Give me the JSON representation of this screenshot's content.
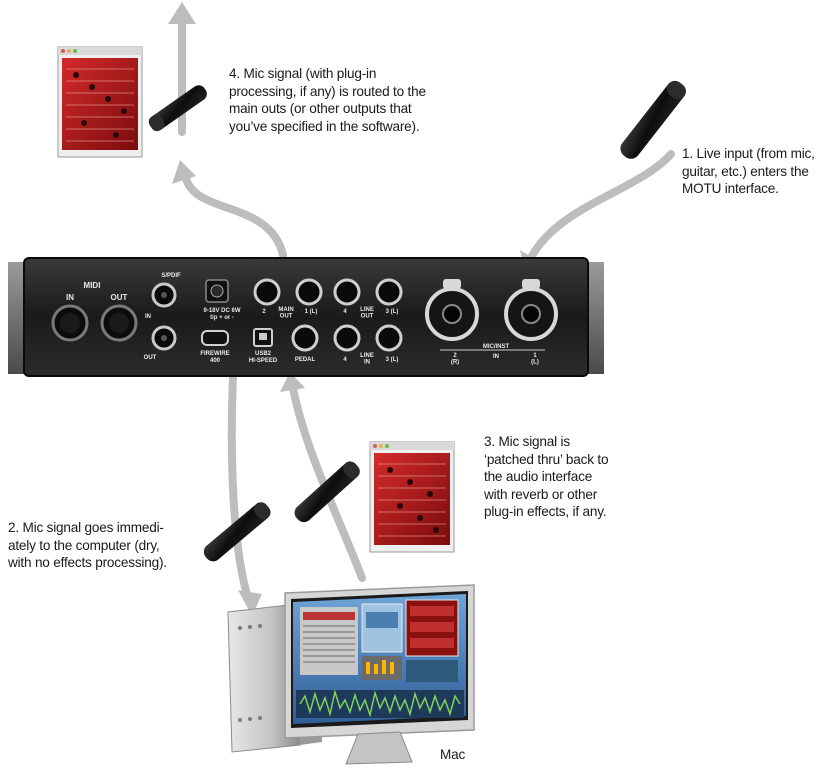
{
  "annotations": {
    "step1": "1. Live input (from mic,\nguitar, etc.) enters the\nMOTU interface.",
    "step2": "2. Mic signal goes immedi-\nately to the computer (dry,\nwith no effects processing).",
    "step3": "3. Mic signal is\n‘patched thru’ back to\nthe audio interface\nwith reverb or other\nplug-in effects, if any.",
    "step4": "4. Mic signal (with plug-in\nprocessing, if any) is routed to the\nmain outs (or other outputs that\nyou’ve specified in the software).",
    "mac": "Mac"
  },
  "panel_labels": {
    "midi": "MIDI",
    "midi_in": "IN",
    "midi_out": "OUT",
    "spdif": "S/PDIF",
    "spdif_in": "IN",
    "spdif_out": "OUT",
    "power": "9-18V DC 6W",
    "power_sub": "tip + or -",
    "main_out": "MAIN\nOUT",
    "main_out_2": "2",
    "main_out_1": "1 (L)",
    "line_out": "LINE\nOUT",
    "line_out_4": "4",
    "line_out_3": "3 (L)",
    "firewire": "FIREWIRE",
    "firewire_sub": "400",
    "usb": "USB2",
    "usb_sub": "HI-SPEED",
    "pedal": "PEDAL",
    "line_in": "LINE\nIN",
    "line_in_4": "4",
    "line_in_3": "3 (L)",
    "mic_inst": "MIC/INST",
    "mic_in": "IN",
    "mic_2": "2\n(R)",
    "mic_1": "1\n(L)"
  },
  "colors": {
    "arrow": "#bdbdbd",
    "panel": "#1c1c1c",
    "plugin": "#b01818",
    "mic_body": "#111111"
  }
}
